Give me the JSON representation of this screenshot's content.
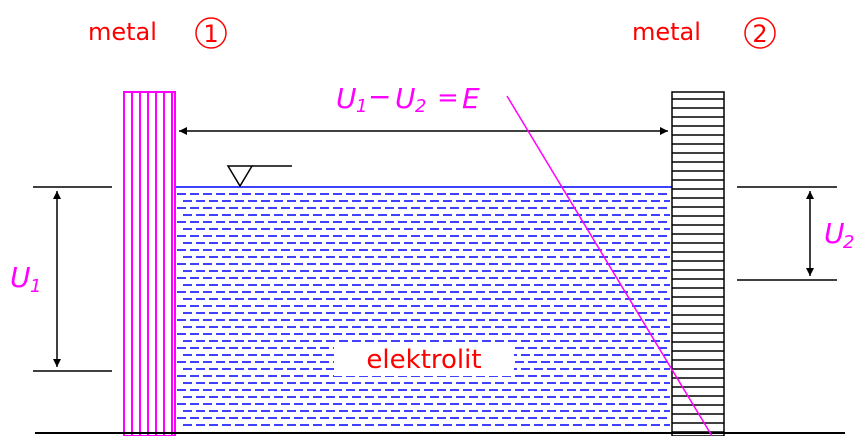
{
  "labels": {
    "metal_left": "metal",
    "metal_left_num": "1",
    "metal_right": "metal",
    "metal_right_num": "2",
    "equation_U1": "U",
    "equation_U1_sub": "1",
    "equation_minus": "−",
    "equation_U2": "U",
    "equation_U2_sub": "2",
    "equation_eq": "=",
    "equation_E": "E",
    "u1": "U",
    "u1_sub": "1",
    "u2": "U",
    "u2_sub": "2",
    "electrolyte": "elektrolit"
  },
  "colors": {
    "label_red": "#ff0000",
    "metal1": "#ff00ff",
    "equation": "#ff00ff",
    "electrolyte": "#0000ff",
    "line": "#000000"
  }
}
